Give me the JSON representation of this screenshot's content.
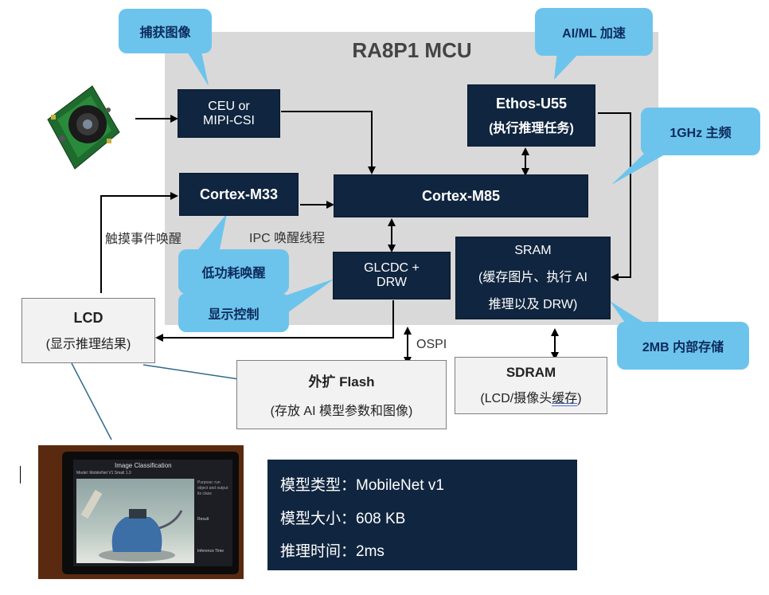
{
  "mcu_title": "RA8P1 MCU",
  "blocks": {
    "ceu": {
      "line1": "CEU or",
      "line2": "MIPI-CSI"
    },
    "ethos": {
      "line1": "Ethos-U55",
      "line2": "(执行推理任务)"
    },
    "m33": "Cortex-M33",
    "m85": "Cortex-M85",
    "glcdc": {
      "line1": "GLCDC +",
      "line2": "DRW"
    },
    "sram": {
      "line1": "SRAM",
      "line2a": "(缓存图片、执行 AI",
      "line3": "推理以及 DRW)"
    },
    "lcd": {
      "line1": "LCD",
      "line2": "(显示推理结果)"
    },
    "flash": {
      "line1": "外扩 Flash",
      "line2": "(存放 AI 模型参数和图像)"
    },
    "sdram": {
      "line1": "SDRAM",
      "line2a": "(LCD/摄像头",
      "line2b": "缓存",
      "line2c": ")"
    }
  },
  "callouts": {
    "capture": "捕获图像",
    "aiml": "AI/ML 加速",
    "freq": "1GHz 主频",
    "lowpower": "低功耗唤醒",
    "display": "显示控制",
    "mem": "2MB 内部存储"
  },
  "labels": {
    "touch": "触摸事件唤醒",
    "ipc": "IPC 唤醒线程",
    "ospi": "OSPI"
  },
  "screen": {
    "title": "Image Classification",
    "model": "Model: MobileNet V1 Small 1.0",
    "side": "Purpose: run object and output its class",
    "result_label": "Result",
    "inference": "Inference Time"
  },
  "info": [
    {
      "label": "模型类型：",
      "value": "MobileNet v1"
    },
    {
      "label": "模型大小：",
      "value": "608 KB"
    },
    {
      "label": "推理时间：",
      "value": "2ms"
    }
  ],
  "colors": {
    "dark_block": "#10253f",
    "callout": "#6cc4ec",
    "mcu_bg": "#d9d9d9"
  }
}
